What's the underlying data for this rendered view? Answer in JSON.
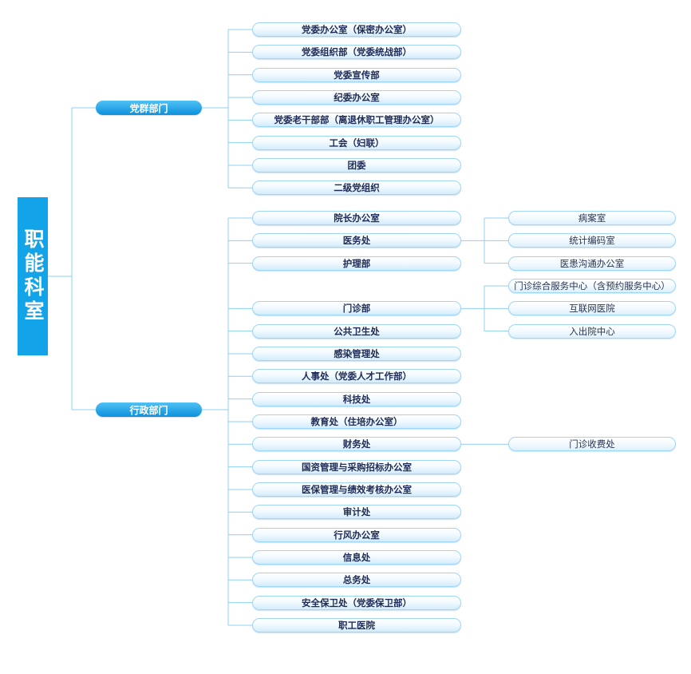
{
  "root": "职能科室",
  "groups": [
    {
      "name": "党群部门",
      "items": [
        {
          "label": "党委办公室（保密办公室）"
        },
        {
          "label": "党委组织部（党委统战部）"
        },
        {
          "label": "党委宣传部"
        },
        {
          "label": "纪委办公室"
        },
        {
          "label": "党委老干部部（离退休职工管理办公室）"
        },
        {
          "label": "工会（妇联）"
        },
        {
          "label": "团委"
        },
        {
          "label": "二级党组织"
        }
      ]
    },
    {
      "name": "行政部门",
      "items": [
        {
          "label": "院长办公室"
        },
        {
          "label": "医务处",
          "children": [
            "病案室",
            "统计编码室",
            "医患沟通办公室"
          ]
        },
        {
          "label": "护理部"
        },
        {
          "label": "门诊部",
          "children": [
            "门诊综合服务中心（含预约服务中心）",
            "互联网医院",
            "入出院中心"
          ]
        },
        {
          "label": "公共卫生处"
        },
        {
          "label": "感染管理处"
        },
        {
          "label": "人事处（党委人才工作部）"
        },
        {
          "label": "科技处"
        },
        {
          "label": "教育处（住培办公室）"
        },
        {
          "label": "财务处",
          "children": [
            "门诊收费处"
          ]
        },
        {
          "label": "国资管理与采购招标办公室"
        },
        {
          "label": "医保管理与绩效考核办公室"
        },
        {
          "label": "审计处"
        },
        {
          "label": "行风办公室"
        },
        {
          "label": "信息处"
        },
        {
          "label": "总务处"
        },
        {
          "label": "安全保卫处（党委保卫部）"
        },
        {
          "label": "职工医院"
        }
      ]
    }
  ],
  "colors": {
    "accent": "#13a3e9",
    "line": "#8fd0f2"
  }
}
